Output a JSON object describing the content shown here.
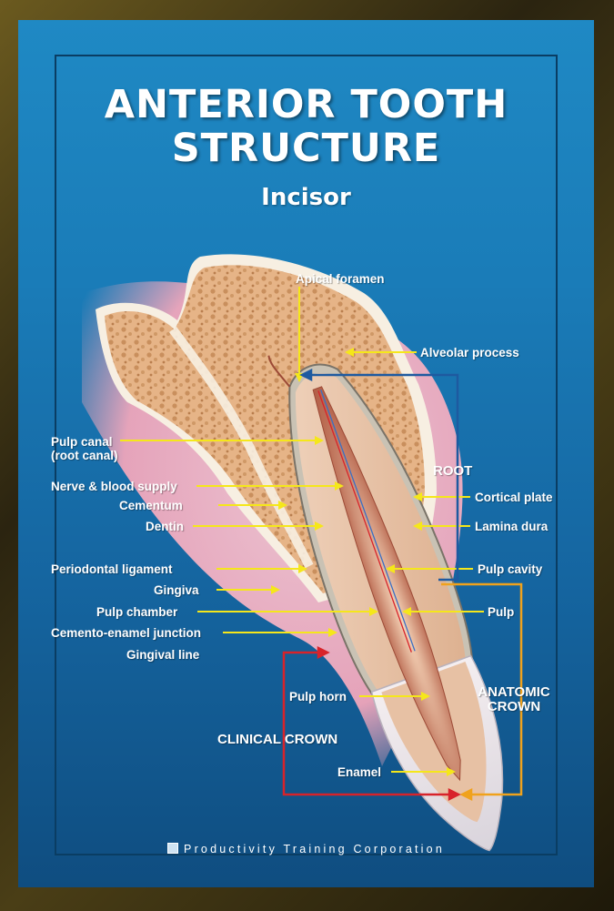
{
  "poster": {
    "title_line1": "ANTERIOR TOOTH",
    "title_line2": "STRUCTURE",
    "subtitle": "Incisor",
    "footer": "Productivity Training Corporation"
  },
  "labels": {
    "apical_foramen": "Apical foramen",
    "alveolar_process": "Alveolar process",
    "pulp_canal": "Pulp canal",
    "root_canal": "(root canal)",
    "root": "ROOT",
    "nerve_blood_supply": "Nerve & blood supply",
    "cortical_plate": "Cortical plate",
    "cementum": "Cementum",
    "dentin": "Dentin",
    "lamina_dura": "Lamina dura",
    "periodontal_ligament": "Periodontal ligament",
    "pulp_cavity": "Pulp cavity",
    "gingiva": "Gingiva",
    "pulp_chamber": "Pulp chamber",
    "pulp": "Pulp",
    "cemento_enamel_junction": "Cemento-enamel junction",
    "gingival_line": "Gingival line",
    "anatomic_crown_1": "ANATOMIC",
    "anatomic_crown_2": "CROWN",
    "pulp_horn": "Pulp horn",
    "clinical_crown": "CLINICAL CROWN",
    "enamel": "Enamel"
  },
  "colors": {
    "pointer": "#f5e71a",
    "clinical_crown_bracket": "#d8232a",
    "anatomic_crown_bracket": "#f0a21c",
    "root_bracket": "#1e5aa0",
    "gingiva": "#f2b8c6",
    "bone": "#e8b98a",
    "dentin": "#e9c4a8",
    "enamel": "#eeeaf0"
  }
}
